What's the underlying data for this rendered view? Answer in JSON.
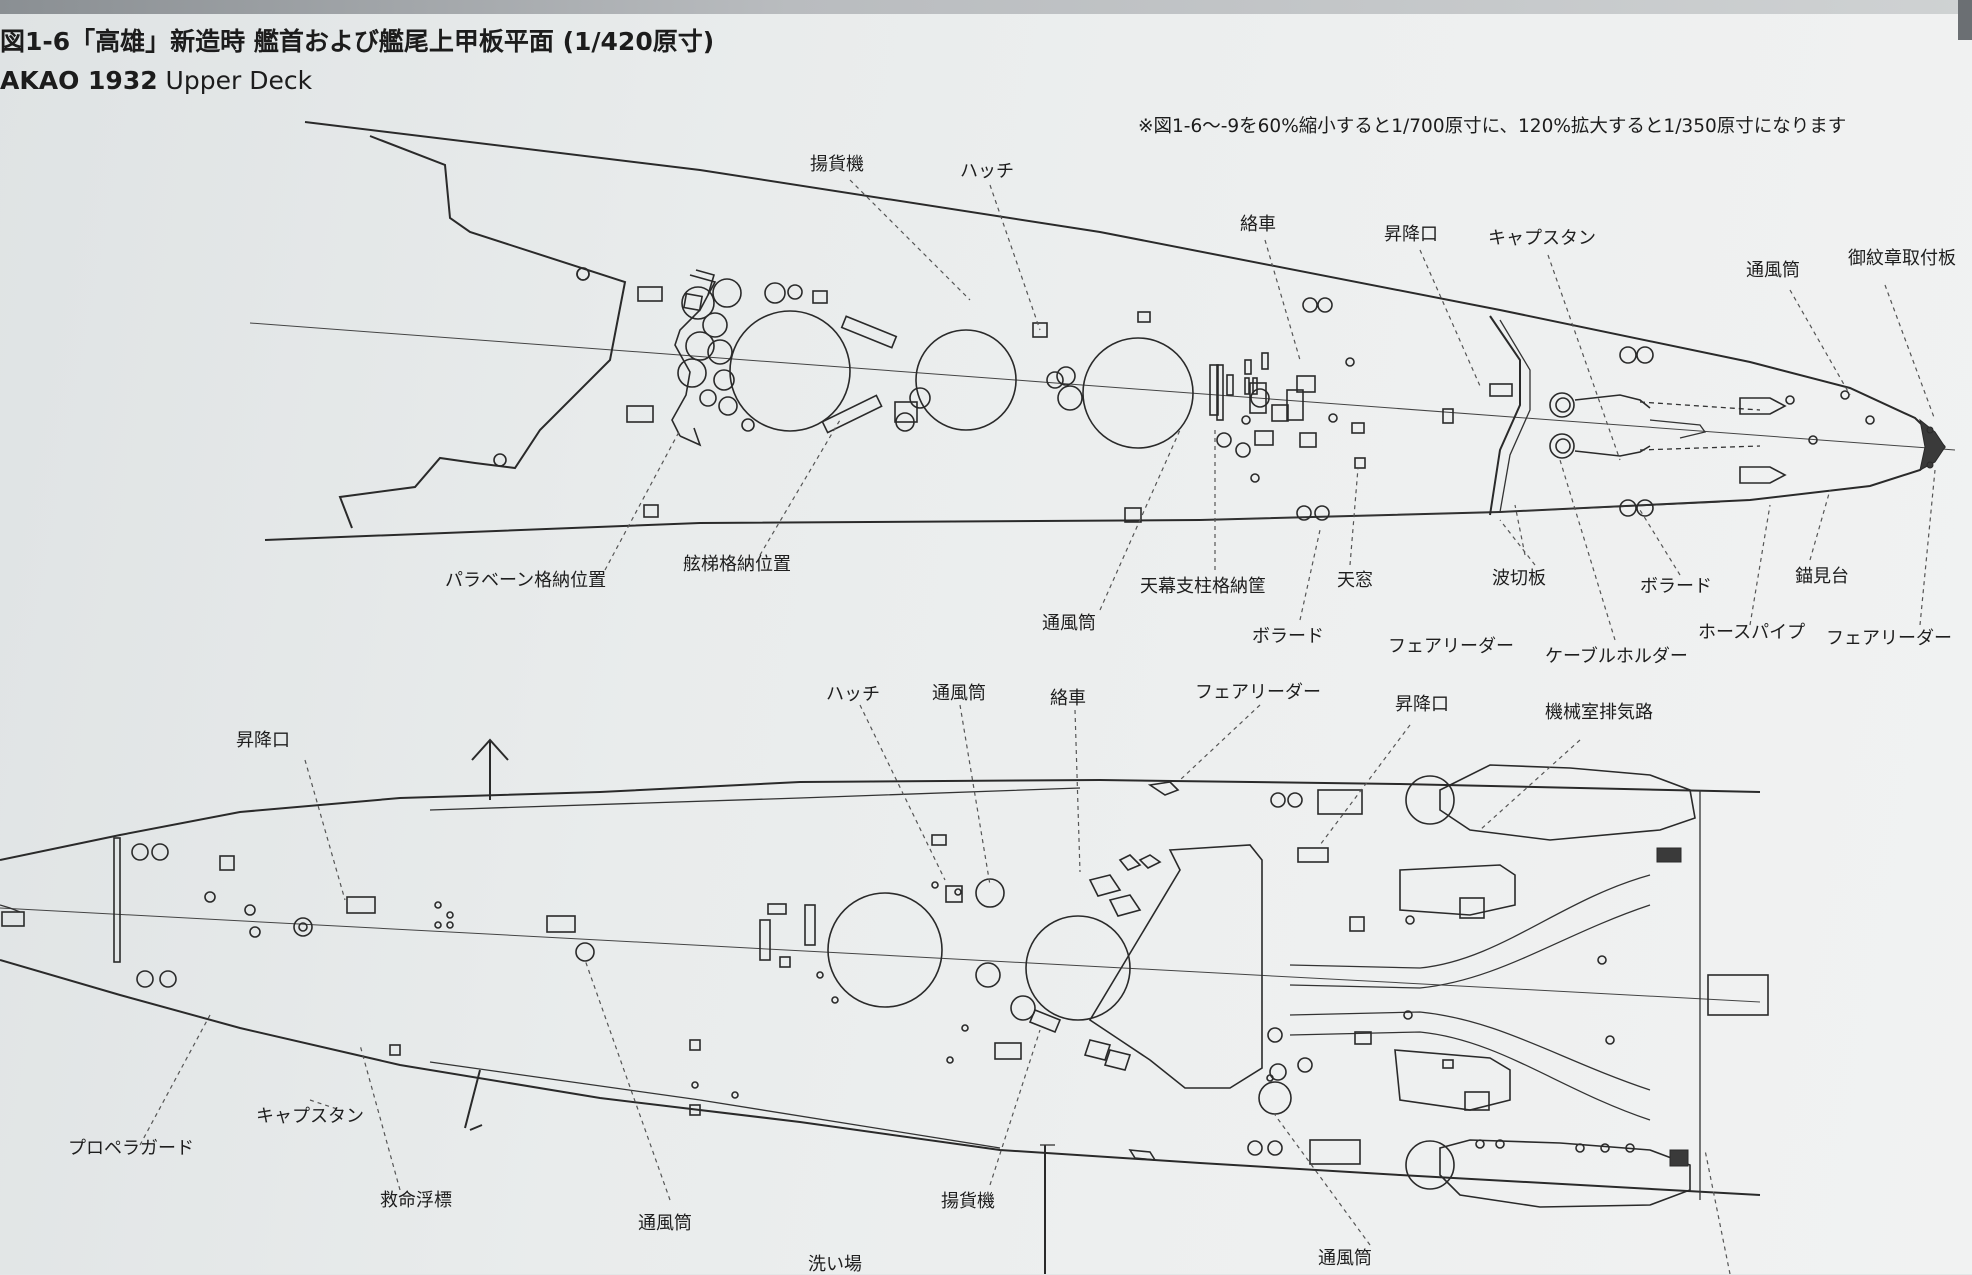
{
  "title": {
    "jp": "図1-6「高雄」新造時 艦首および艦尾上甲板平面 (1/420原寸)",
    "en_bold": "AKAO 1932",
    "en_rest": " Upper Deck"
  },
  "note": "※図1-6～-9を60%縮小すると1/700原寸に、120%拡大すると1/350原寸になります",
  "bow_labels": {
    "windlass": "揚貨機",
    "hatch": "ハッチ",
    "reel": "絡車",
    "companionway": "昇降口",
    "capstan": "キャプスタン",
    "ventilator_right": "通風筒",
    "crest_plate": "御紋章取付板",
    "paravane": "パラベーン格納位置",
    "ladder": "舷梯格納位置",
    "awning": "天幕支柱格納筐",
    "skylight": "天窓",
    "breakwater": "波切板",
    "bollard_right": "ボラード",
    "anchor_deck": "錨見台",
    "ventilator_mid": "通風筒",
    "bollard_mid": "ボラード",
    "fairlead_mid": "フェアリーダー",
    "cable_holder": "ケーブルホルダー",
    "hawse_pipe": "ホースパイプ",
    "fairlead_right": "フェアリーダー"
  },
  "stern_labels": {
    "hatch": "ハッチ",
    "ventilator_top": "通風筒",
    "reel": "絡車",
    "fairlead": "フェアリーダー",
    "companionway_right": "昇降口",
    "engine_exhaust": "機械室排気路",
    "companionway_left": "昇降口",
    "capstan": "キャプスタン",
    "propeller_guard": "プロペラガード",
    "lifebuoy": "救命浮標",
    "ventilator_bottom": "通風筒",
    "windlass": "揚貨機",
    "wash_place": "洗い場",
    "ventilator_bottom_right": "通風筒"
  }
}
